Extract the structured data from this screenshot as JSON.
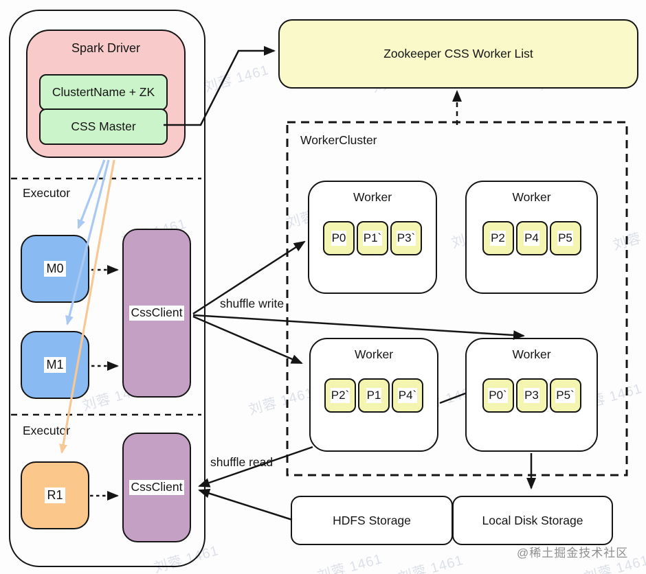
{
  "watermark": {
    "text": "刘蓉 1461"
  },
  "credit": "@稀土掘金技术社区",
  "driver": {
    "title": "Spark Driver",
    "cluster_zk": "ClustertName + ZK",
    "css_master": "CSS Master",
    "executor_top": "Executor",
    "executor_bottom": "Executor",
    "m0": "M0",
    "m1": "M1",
    "r1": "R1",
    "css_client_top": "CssClient",
    "css_client_bottom": "CssClient"
  },
  "zookeeper": {
    "label": "Zookeeper CSS Worker List"
  },
  "worker_cluster": {
    "label": "WorkerCluster",
    "workers": [
      {
        "title": "Worker",
        "partitions": [
          "P0",
          "P1`",
          "P3`"
        ]
      },
      {
        "title": "Worker",
        "partitions": [
          "P2",
          "P4",
          "P5"
        ]
      },
      {
        "title": "Worker",
        "partitions": [
          "P2`",
          "P1",
          "P4`"
        ]
      },
      {
        "title": "Worker",
        "partitions": [
          "P0`",
          "P3",
          "P5`"
        ]
      }
    ]
  },
  "storage": {
    "hdfs": "HDFS Storage",
    "local_disk": "Local Disk Storage"
  },
  "labels": {
    "shuffle_write": "shuffle write",
    "shuffle_read": "shuffle read"
  },
  "colors": {
    "ink": "#151515",
    "pink": "#f9caca",
    "green": "#ccf4ca",
    "blue": "#89baf1",
    "purple": "#c5a0c5",
    "orange": "#fbc78b",
    "yellow": "#f9f9c9",
    "chip_yellow": "#f5f5b2",
    "arrow_blue": "#a9c9f3",
    "arrow_orange": "#f7c795",
    "watermark_gray": "#8a97b5",
    "credit_gray": "#8f8f8f"
  }
}
